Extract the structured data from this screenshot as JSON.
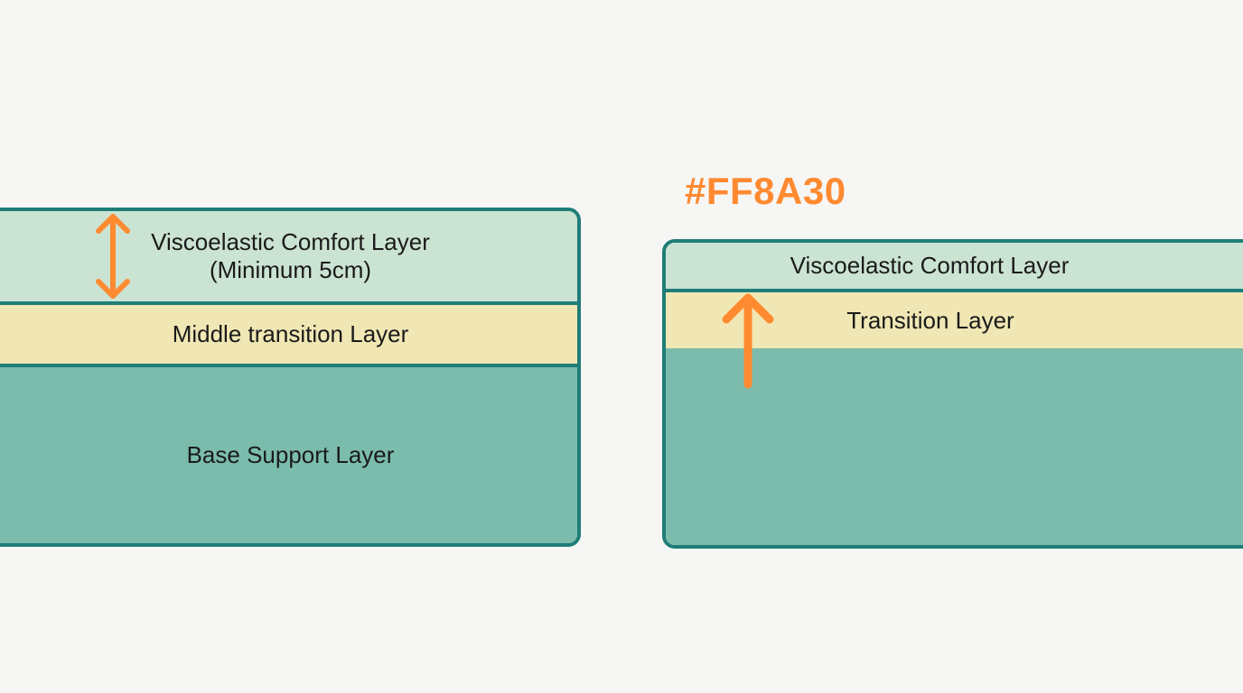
{
  "colors": {
    "accent": "#FF8A30",
    "border": "#1F7D78",
    "comfort_layer": "#CBE3D2",
    "transition_layer": "#F0E7B4",
    "base_layer": "#7BBCAD",
    "background": "#F6F6F5"
  },
  "left_diagram": {
    "comfort_layer": {
      "label": "Viscoelastic Comfort Layer",
      "sublabel": "(Minimum 5cm)"
    },
    "transition_layer": {
      "label": "Middle transition Layer"
    },
    "base_layer": {
      "label": "Base Support Layer"
    },
    "arrow": "double-vertical-arrow-icon"
  },
  "right_diagram": {
    "color_code": "#FF8A30",
    "comfort_layer": {
      "label": "Viscoelastic Comfort Layer"
    },
    "transition_layer": {
      "label": "Transition Layer"
    },
    "arrow": "up-arrow-icon"
  }
}
